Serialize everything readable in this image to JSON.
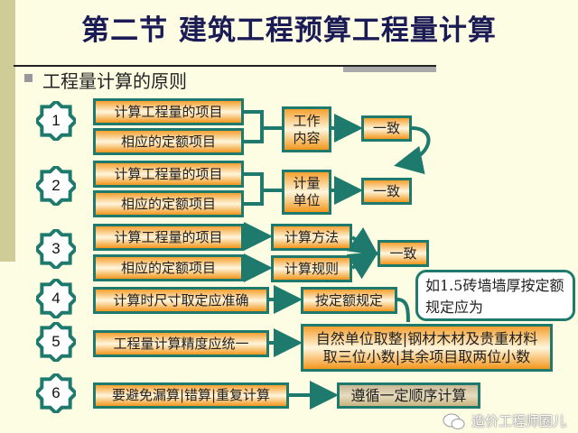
{
  "title": "第二节  建筑工程预算工程量计算",
  "subtitle": "工程量计算的原则",
  "rows": [
    {
      "num": "1",
      "a": "计算工程量的项目",
      "b": "相应的定额项目",
      "mid": "工作内容",
      "result": "一致"
    },
    {
      "num": "2",
      "a": "计算工程量的项目",
      "b": "相应的定额项目",
      "mid": "计量单位",
      "result": "一致"
    },
    {
      "num": "3",
      "a": "计算工程量的项目",
      "b": "相应的定额项目",
      "mid_a": "计算方法",
      "mid_b": "计算规则",
      "result": "一致"
    },
    {
      "num": "4",
      "a": "计算时尺寸取定应准确",
      "result": "按定额规定"
    },
    {
      "num": "5",
      "a": "工程量计算精度应统一",
      "result": "自然单位取整|钢材木材及贵重材料取三位小数|其余项目取两位小数"
    },
    {
      "num": "6",
      "a": "要避免漏算|错算|重复计算",
      "result": "遵循一定顺序计算"
    }
  ],
  "callout": "如1.5砖墙墙厚按定额规定应为",
  "watermark": "造价工程师圈儿",
  "colors": {
    "teal": "#1d7a6c",
    "orange": "#f5a030",
    "title": "#1b1b55"
  }
}
